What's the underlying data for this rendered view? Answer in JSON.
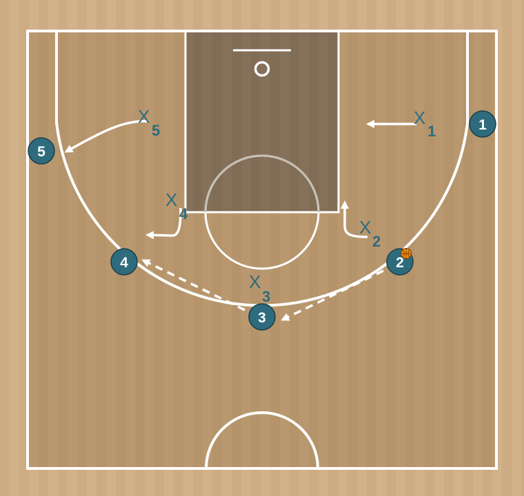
{
  "colors": {
    "outer_floor": "#d2b28a",
    "court_floor": "#b9986f",
    "paint": "#85705a",
    "lines": "#ffffff",
    "player_fill": "#2e6b7d",
    "defender_text": "#2e6b7d",
    "ball": "#f08a14"
  },
  "offense": [
    {
      "id": "p1",
      "label": "1"
    },
    {
      "id": "p2",
      "label": "2",
      "has_ball": true
    },
    {
      "id": "p3",
      "label": "3"
    },
    {
      "id": "p4",
      "label": "4"
    },
    {
      "id": "p5",
      "label": "5"
    }
  ],
  "defense": [
    {
      "id": "x1",
      "mark": "X",
      "sub": "1"
    },
    {
      "id": "x2",
      "mark": "X",
      "sub": "2"
    },
    {
      "id": "x3",
      "mark": "X",
      "sub": "3"
    },
    {
      "id": "x4",
      "mark": "X",
      "sub": "4"
    },
    {
      "id": "x5",
      "mark": "X",
      "sub": "5"
    }
  ],
  "actions": [
    {
      "id": "pass-2-to-3",
      "type": "pass",
      "from": "2",
      "to": "3"
    },
    {
      "id": "pass-3-to-4",
      "type": "pass",
      "from": "3",
      "to": "4"
    },
    {
      "id": "cut-x5",
      "type": "movement",
      "from": "X5"
    },
    {
      "id": "cut-x1",
      "type": "movement",
      "from": "X1"
    },
    {
      "id": "cut-x4",
      "type": "movement",
      "from": "X4"
    },
    {
      "id": "cut-x2",
      "type": "movement",
      "from": "X2"
    }
  ]
}
